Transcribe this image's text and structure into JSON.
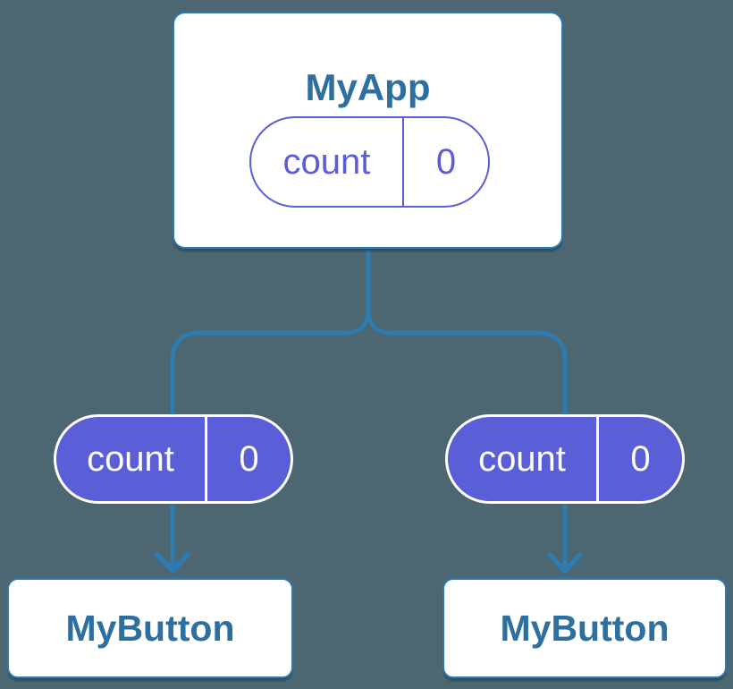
{
  "colors": {
    "background": "#4c6672",
    "connector": "#2e7bb0",
    "card-border": "#2e7bb0",
    "card-text": "#2d6f9e",
    "indigo": "#5b5dd8",
    "indigo-fill": "#5a5fd8",
    "white": "#ffffff"
  },
  "parent": {
    "title": "MyApp",
    "state": {
      "label": "count",
      "value": "0"
    }
  },
  "children": [
    {
      "title": "MyButton",
      "prop": {
        "label": "count",
        "value": "0"
      }
    },
    {
      "title": "MyButton",
      "prop": {
        "label": "count",
        "value": "0"
      }
    }
  ]
}
